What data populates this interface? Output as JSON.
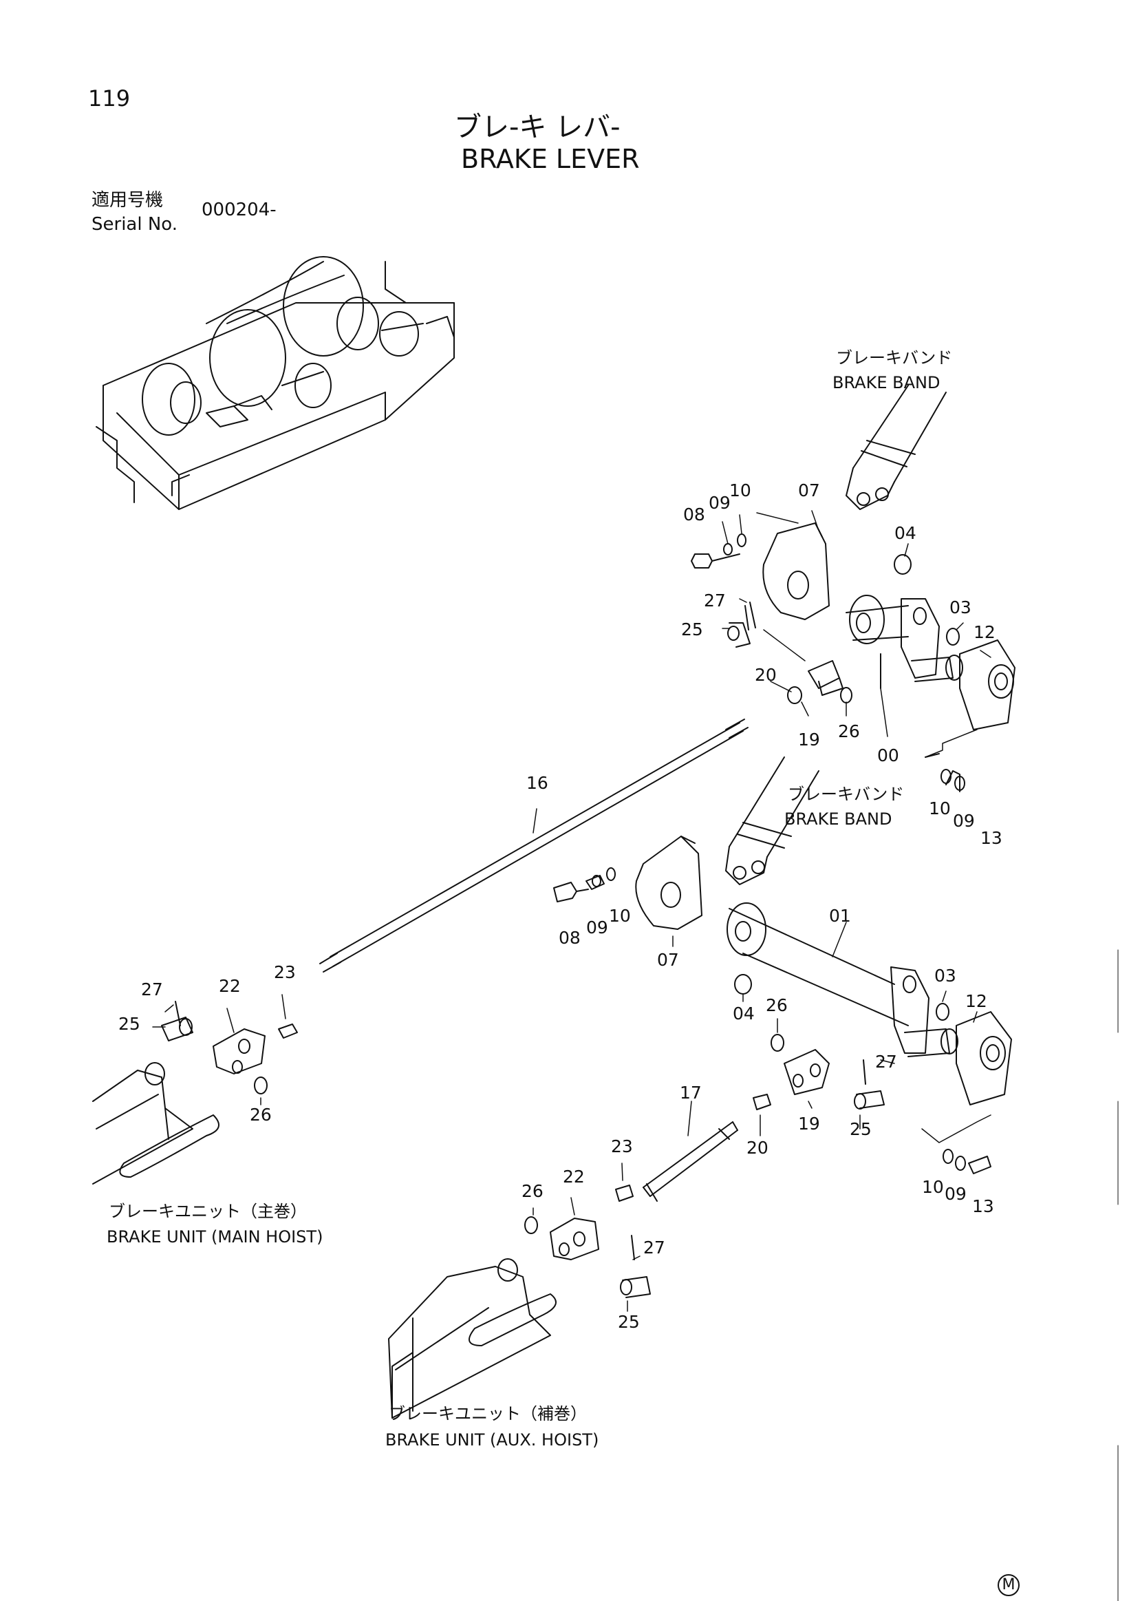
{
  "page": {
    "number": "119",
    "title_jp": "ブレ-キ レバ-",
    "title_en": "BRAKE LEVER",
    "serial_label_jp": "適用号機",
    "serial_label_en": "Serial No.",
    "serial_value": "000204-",
    "mark": "M"
  },
  "labels": {
    "brake_band_1_jp": "ブレーキバンド",
    "brake_band_1_en": "BRAKE BAND",
    "brake_band_2_jp": "ブレーキバンド",
    "brake_band_2_en": "BRAKE BAND",
    "main_hoist_jp": "ブレーキユニット（主巻）",
    "main_hoist_en": "BRAKE UNIT (MAIN HOIST)",
    "aux_hoist_jp": "ブレーキユニット（補巻）",
    "aux_hoist_en": "BRAKE UNIT (AUX. HOIST)"
  },
  "parts": {
    "top_08": "08",
    "top_09": "09",
    "top_10": "10",
    "top_07": "07",
    "top_04": "04",
    "top_27": "27",
    "top_25": "25",
    "top_03": "03",
    "top_12": "12",
    "top_20": "20",
    "top_19": "19",
    "top_26": "26",
    "top_00": "00",
    "right_10": "10",
    "right_09": "09",
    "right_13": "13",
    "rod_16": "16",
    "mid_08": "08",
    "mid_09": "09",
    "mid_10": "10",
    "mid_07": "07",
    "mid_01": "01",
    "mid_04": "04",
    "mid_03": "03",
    "mid_12": "12",
    "mid_26": "26",
    "mid_27": "27",
    "mid_19": "19",
    "mid_25": "25",
    "mid_20": "20",
    "rod_17": "17",
    "br_10": "10",
    "br_09": "09",
    "br_13": "13",
    "left_27": "27",
    "left_22": "22",
    "left_23": "23",
    "left_25": "25",
    "left_26": "26",
    "bot_23": "23",
    "bot_26": "26",
    "bot_22": "22",
    "bot_27": "27",
    "bot_25": "25"
  }
}
